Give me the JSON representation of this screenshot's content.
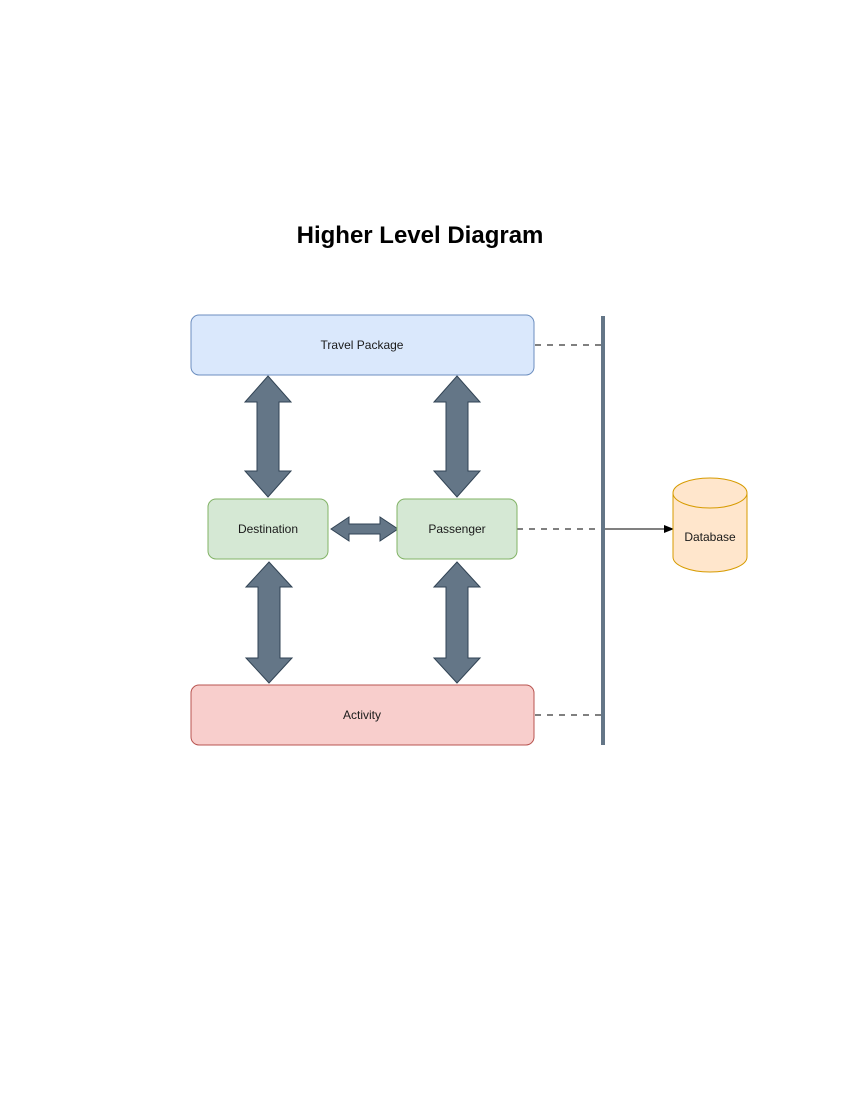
{
  "title": "Higher Level Diagram",
  "nodes": {
    "travel_package": {
      "label": "Travel Package",
      "fill": "#dae8fc",
      "stroke": "#6c8ebf"
    },
    "destination": {
      "label": "Destination",
      "fill": "#d5e8d4",
      "stroke": "#82b366"
    },
    "passenger": {
      "label": "Passenger",
      "fill": "#d5e8d4",
      "stroke": "#82b366"
    },
    "activity": {
      "label": "Activity",
      "fill": "#f8cecc",
      "stroke": "#b85450"
    },
    "database": {
      "label": "Database",
      "fill": "#ffe6cc",
      "stroke": "#d79b00"
    }
  },
  "connectors": {
    "arrow_fill": "#647687",
    "arrow_stroke": "#314354",
    "bus_color": "#647687",
    "dashed_color": "#000000"
  },
  "edges": [
    {
      "from": "travel_package",
      "to": "destination",
      "style": "block-double-arrow"
    },
    {
      "from": "travel_package",
      "to": "passenger",
      "style": "block-double-arrow"
    },
    {
      "from": "destination",
      "to": "passenger",
      "style": "block-double-arrow"
    },
    {
      "from": "destination",
      "to": "activity",
      "style": "block-double-arrow"
    },
    {
      "from": "passenger",
      "to": "activity",
      "style": "block-double-arrow"
    },
    {
      "from": "travel_package",
      "to": "bus",
      "style": "dashed"
    },
    {
      "from": "passenger",
      "to": "bus",
      "style": "dashed"
    },
    {
      "from": "activity",
      "to": "bus",
      "style": "dashed"
    },
    {
      "from": "bus",
      "to": "database",
      "style": "arrow"
    }
  ]
}
